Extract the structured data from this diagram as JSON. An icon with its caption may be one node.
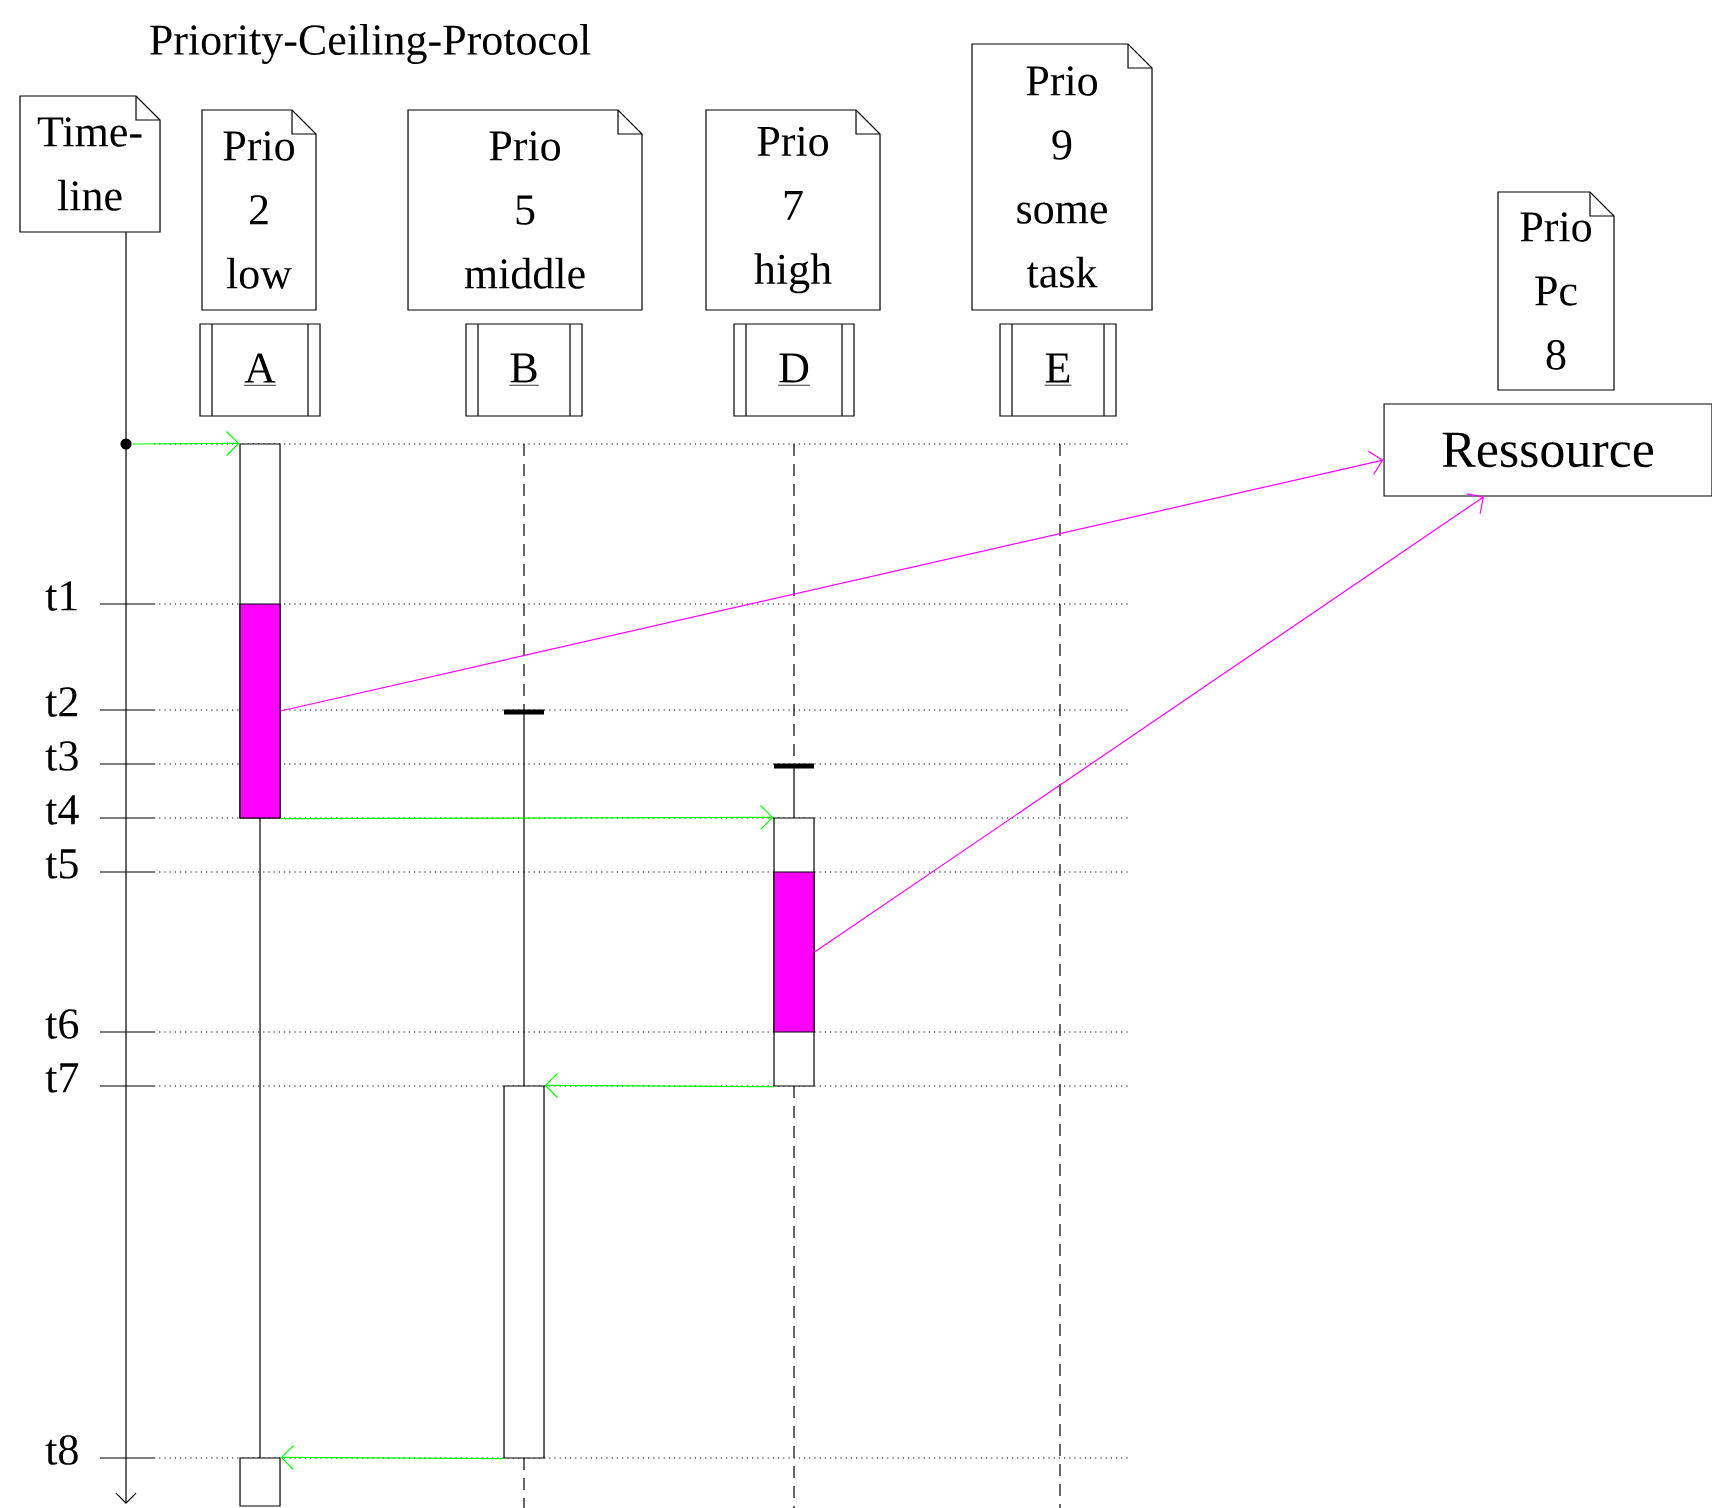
{
  "diagram": {
    "title": "Priority-Ceiling-Protocol",
    "nodes": [
      {
        "text": [
          "Time-line"
        ]
      },
      {
        "text": [
          "Prio 2 low"
        ]
      },
      {
        "text": [
          "Prio 5 middle"
        ]
      },
      {
        "text": [
          "Prio 7 high"
        ]
      },
      {
        "text": [
          "Prio 9 some task"
        ]
      },
      {
        "text": [
          "Prio Pc 8"
        ]
      },
      {
        "text": [
          "A"
        ]
      },
      {
        "text": [
          "B"
        ]
      },
      {
        "text": [
          "D"
        ]
      },
      {
        "text": [
          "E"
        ]
      },
      {
        "text": [
          "Ressource"
        ]
      },
      {
        "text": [],
        "shape": "bar"
      },
      {
        "text": [],
        "shape": "bar"
      },
      {
        "text": [],
        "shape": "bar"
      },
      {
        "text": [],
        "shape": "bar"
      },
      {
        "text": [],
        "shape": "bar",
        "in": 11
      },
      {
        "text": [],
        "shape": "bar",
        "in": 12
      },
      {
        "text": [],
        "shape": "circle"
      }
    ],
    "edges": [
      {
        "from": 17,
        "to": 11,
        "arrow": "to"
      },
      {
        "from": 11,
        "to": 12,
        "arrow": "to"
      },
      {
        "from": 12,
        "to": 13,
        "arrow": "to"
      },
      {
        "from": 13,
        "to": 14,
        "arrow": "to"
      },
      {
        "from": 15,
        "to": 10,
        "arrow": "to",
        "color": "#ff00ff"
      },
      {
        "from": 16,
        "to": 10,
        "arrow": "to",
        "color": "#ff00ff"
      }
    ],
    "labels": [
      "t1",
      "t2",
      "t3",
      "t4",
      "t5",
      "t6",
      "t7",
      "t8"
    ]
  }
}
